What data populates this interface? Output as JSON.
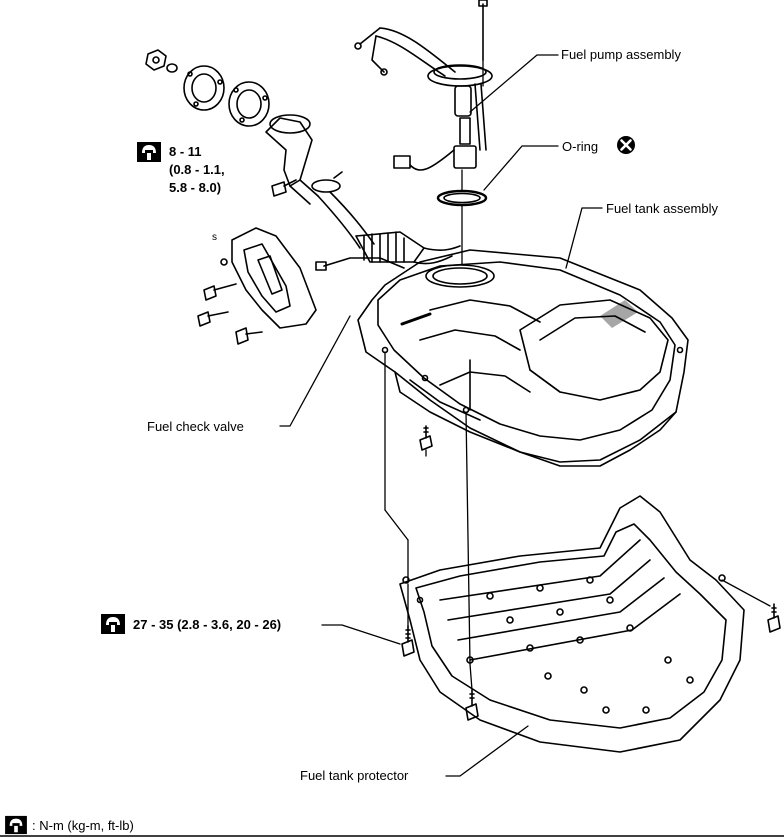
{
  "labels": {
    "fuel_pump_assembly": "Fuel pump assembly",
    "o_ring": "O-ring",
    "fuel_tank_assembly": "Fuel tank assembly",
    "fuel_check_valve": "Fuel check valve",
    "fuel_tank_protector": "Fuel tank protector"
  },
  "torque_specs": {
    "filler_neck": {
      "line1": "8 - 11",
      "line2": "(0.8 - 1.1,",
      "line3": "5.8 - 8.0)"
    },
    "protector_bolts": "27 - 35 (2.8 - 3.6, 20 - 26)"
  },
  "legend": {
    "units": ":  N-m (kg-m, ft-lb)"
  },
  "icons": {
    "torque": "torque-wrench-icon",
    "do_not_reuse": "do-not-reuse-icon"
  },
  "colors": {
    "ink": "#000000",
    "paper": "#ffffff"
  }
}
